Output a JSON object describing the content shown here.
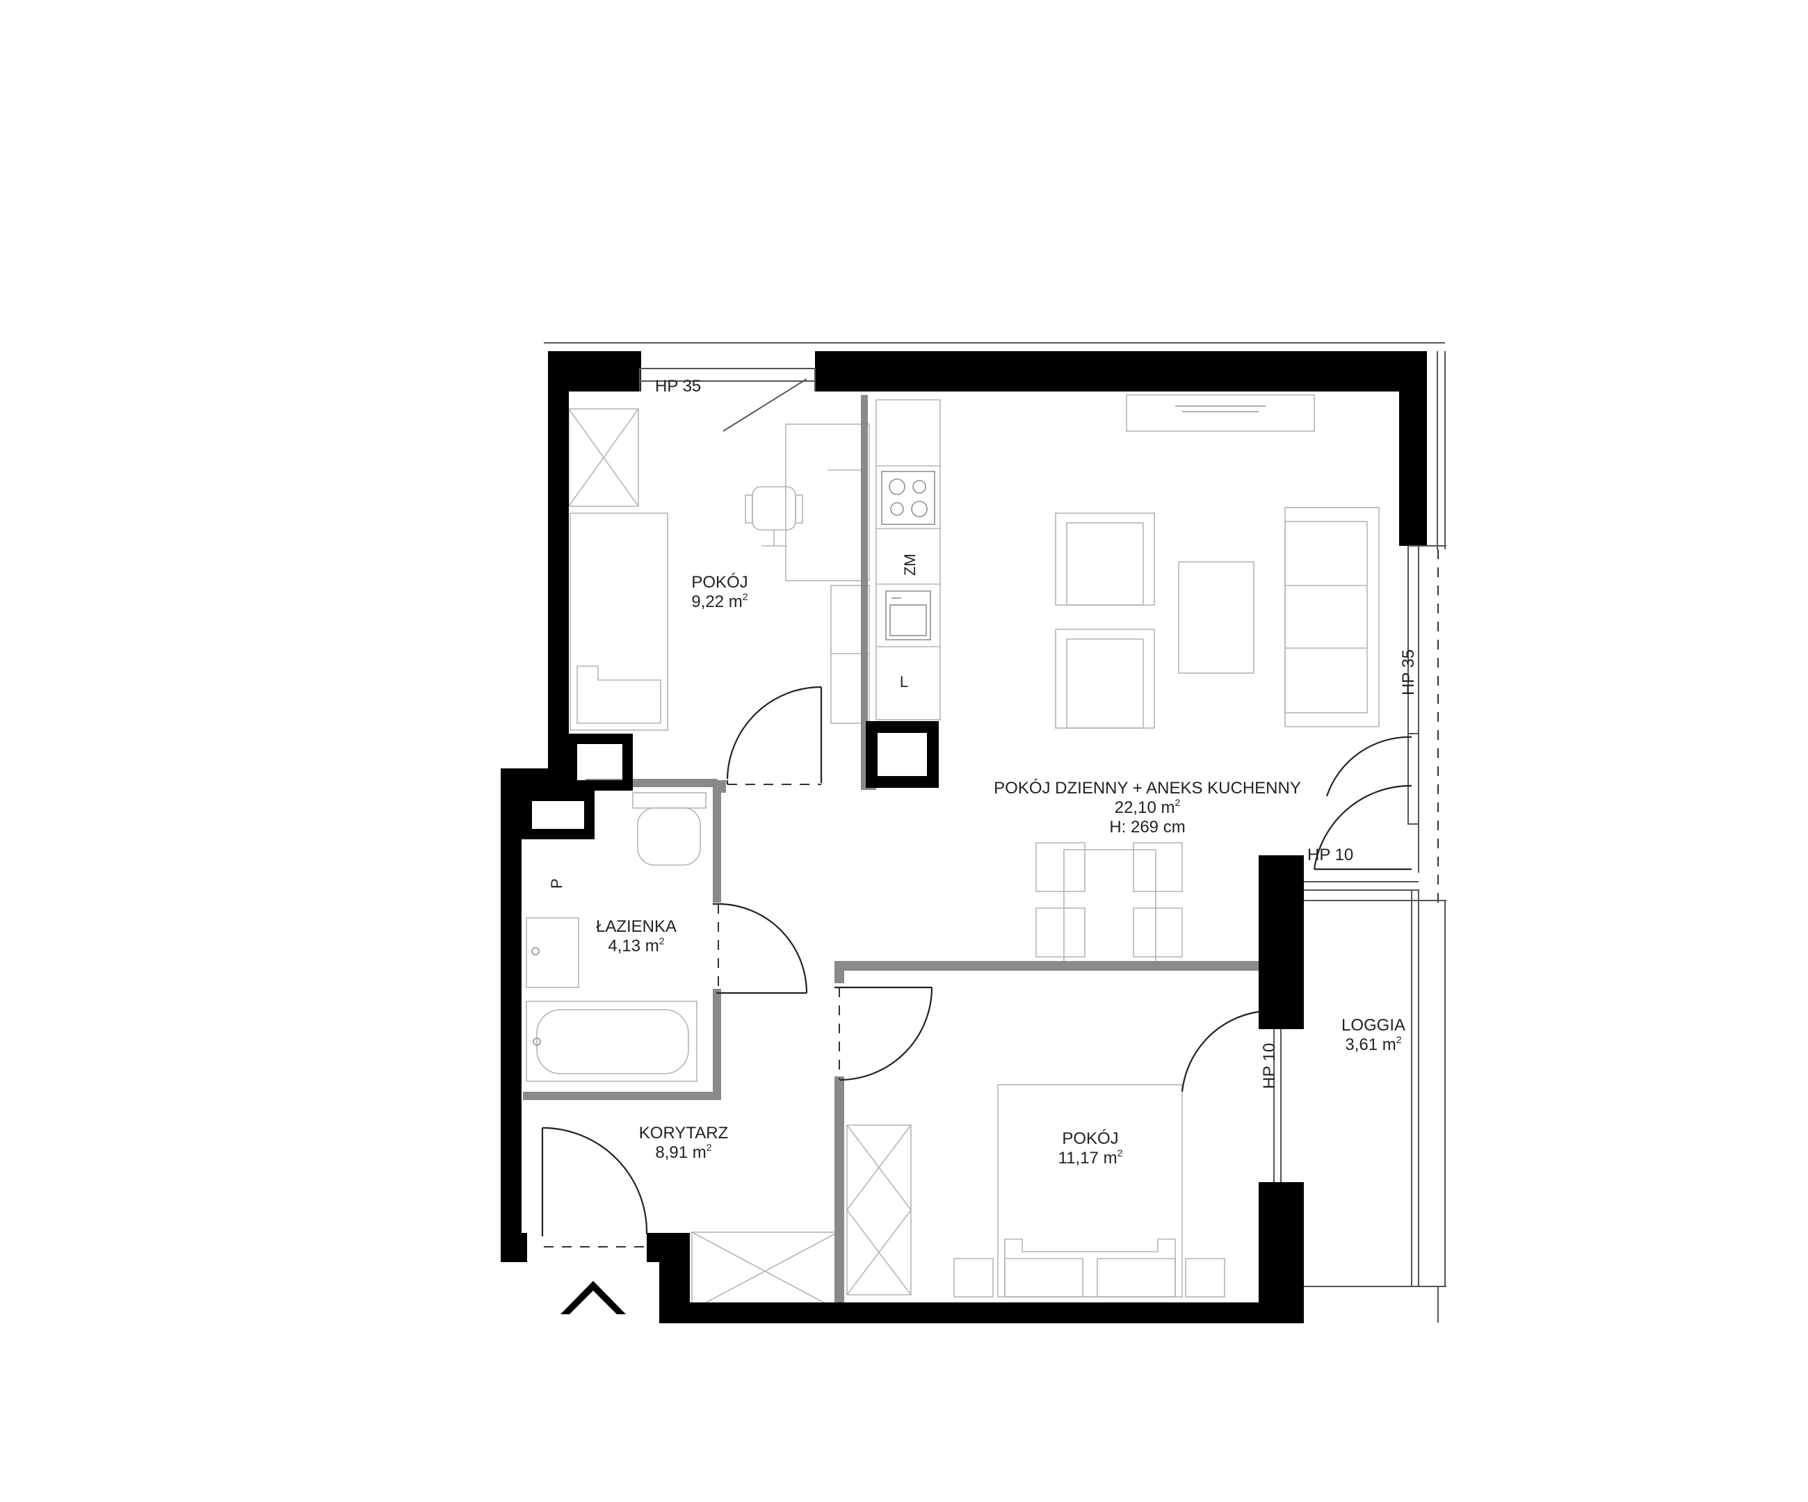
{
  "rooms": [
    {
      "id": "pokoj-1",
      "name": "POKÓJ",
      "area_value": "9,22",
      "area_unit": "m",
      "area_exp": "2"
    },
    {
      "id": "pokoj-dzienny",
      "name": "POKÓJ DZIENNY + ANEKS KUCHENNY",
      "area_value": "22,10",
      "area_unit": "m",
      "area_exp": "2",
      "height": "H: 269 cm"
    },
    {
      "id": "lazienka",
      "name": "ŁAZIENKA",
      "area_value": "4,13",
      "area_unit": "m",
      "area_exp": "2"
    },
    {
      "id": "korytarz",
      "name": "KORYTARZ",
      "area_value": "8,91",
      "area_unit": "m",
      "area_exp": "2"
    },
    {
      "id": "pokoj-2",
      "name": "POKÓJ",
      "area_value": "11,17",
      "area_unit": "m",
      "area_exp": "2"
    },
    {
      "id": "loggia",
      "name": "LOGGIA",
      "area_value": "3,61",
      "area_unit": "m",
      "area_exp": "2"
    }
  ],
  "markers": {
    "hp35_top": "HP 35",
    "hp35_right": "HP 35",
    "hp10_right": "HP 10",
    "hp10_vertical": "HP 10",
    "fridge": "ZM",
    "dishwasher": "L",
    "shaft": "P"
  },
  "colors": {
    "walls": "#000000",
    "partitions": "#8a8a8a",
    "furniture": "#b5b5b5"
  }
}
